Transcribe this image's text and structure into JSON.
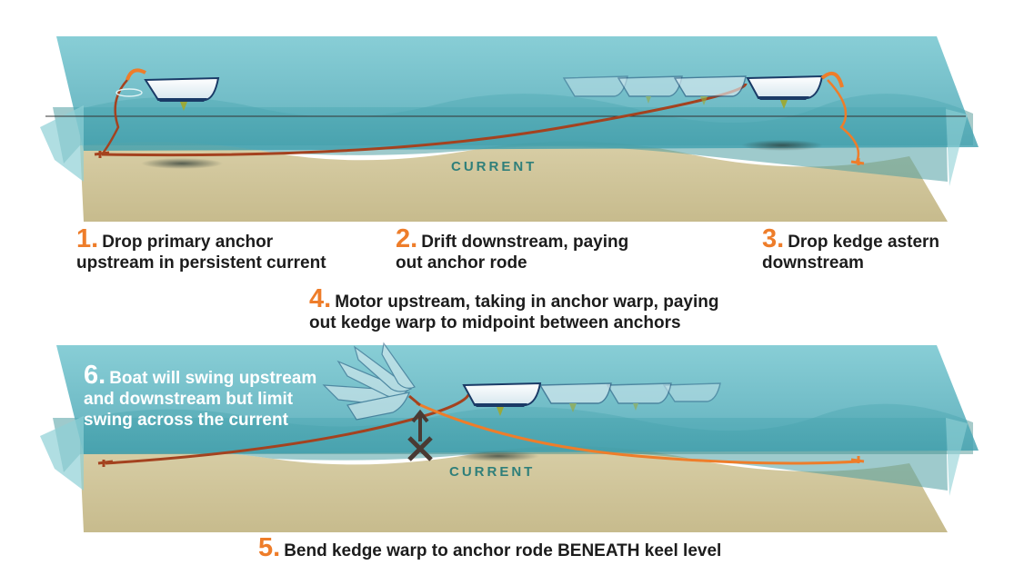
{
  "current_label": "CURRENT",
  "steps": [
    {
      "num": "1.",
      "line1": "Drop primary anchor",
      "line2": "upstream in persistent current"
    },
    {
      "num": "2.",
      "line1": "Drift downstream, paying",
      "line2": "out anchor rode"
    },
    {
      "num": "3.",
      "line1": "Drop kedge astern",
      "line2": "downstream"
    },
    {
      "num": "4.",
      "line1": "Motor upstream, taking in anchor warp, paying",
      "line2": "out kedge warp to midpoint between anchors"
    },
    {
      "num": "5.",
      "line1": "Bend kedge warp to anchor rode BENEATH keel level",
      "line2": ""
    },
    {
      "num": "6.",
      "line1": "Boat will swing upstream",
      "line2": "and downstream but limit",
      "line3": "swing across the current"
    }
  ],
  "colors": {
    "water": "#57b3c0",
    "seabed": "#cfc49a",
    "anchor_rode": "#a4421f",
    "kedge_warp": "#ee7d2a",
    "step_number": "#ee7d2a"
  }
}
